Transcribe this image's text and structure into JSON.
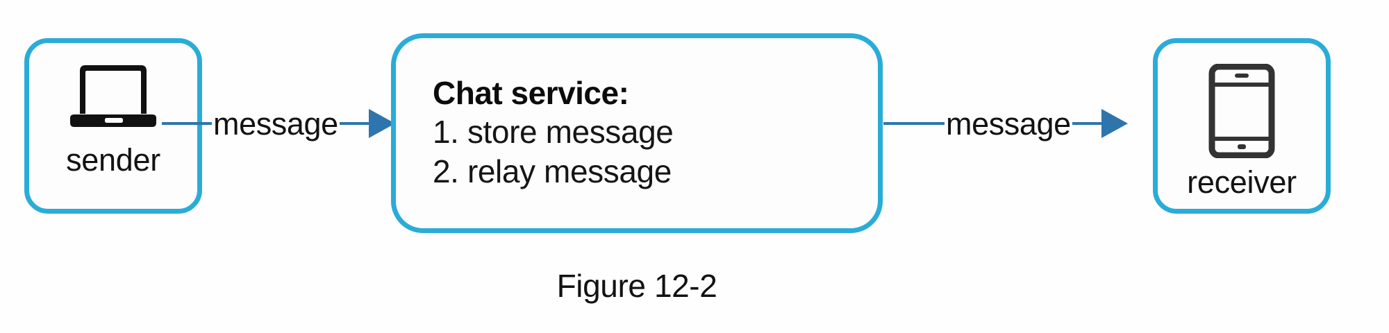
{
  "diagram": {
    "caption": "Figure 12-2",
    "colors": {
      "node_border": "#2bacd8",
      "arrow": "#2e75ad",
      "icon_dark": "#141414",
      "icon_phone": "#333333",
      "text": "#121212",
      "background": "#ffffff"
    },
    "nodes": [
      {
        "id": "sender",
        "label": "sender",
        "icon": "laptop-icon"
      },
      {
        "id": "chat-service",
        "title": "Chat service:",
        "steps": [
          "1. store message",
          "2. relay message"
        ]
      },
      {
        "id": "receiver",
        "label": "receiver",
        "icon": "smartphone-icon"
      }
    ],
    "connectors": [
      {
        "id": "sender-to-service",
        "label": "message",
        "from": "sender",
        "to": "chat-service",
        "arrow": "right"
      },
      {
        "id": "service-to-receiver",
        "label": "message",
        "from": "chat-service",
        "to": "receiver",
        "arrow": "right"
      }
    ]
  }
}
